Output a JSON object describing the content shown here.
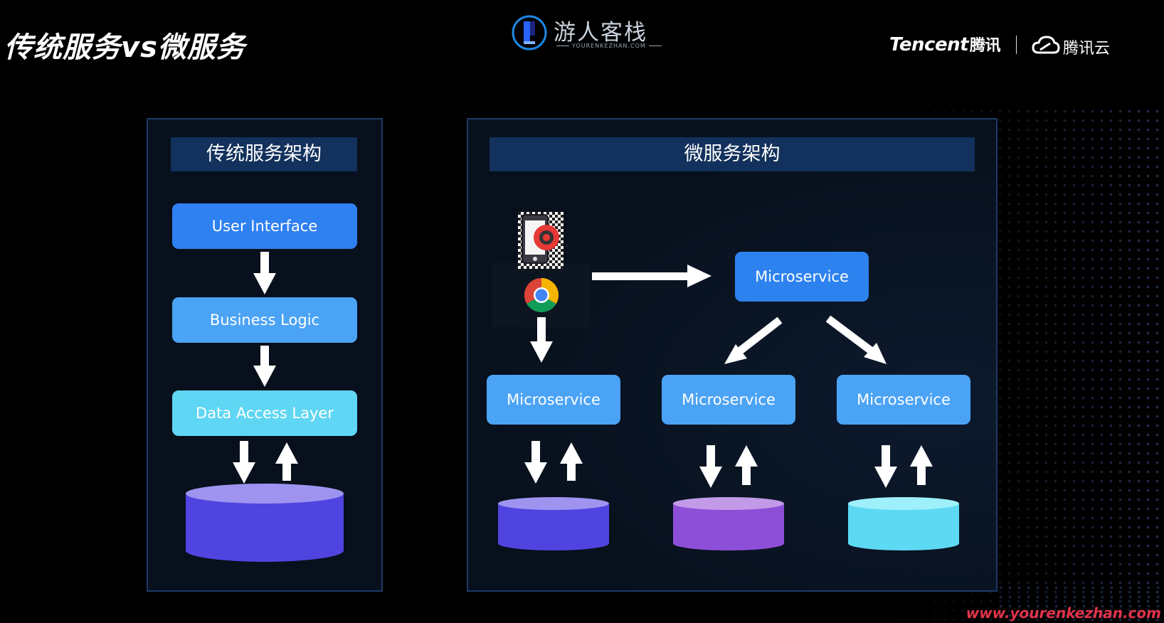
{
  "page": {
    "title": "传统服务vs微服务"
  },
  "logo": {
    "name": "游人客栈",
    "subtitle": "YOURENKEZHAN.COM"
  },
  "brand": {
    "tencent_en": "Tencent",
    "tencent_cn": "腾讯",
    "cloud": "腾讯云"
  },
  "traditional": {
    "header": "传统服务架构",
    "layers": [
      "User Interface",
      "Business Logic",
      "Data Access Layer"
    ]
  },
  "microservices": {
    "header": "微服务架构",
    "gateway": "Microservice",
    "services": [
      "Microservice",
      "Microservice",
      "Microservice"
    ]
  },
  "colors": {
    "ui_blue": "#2f80f0",
    "logic_blue": "#4ba3f5",
    "data_cyan": "#5fd6f3",
    "db_blue": "#4f44e0",
    "db_purple": "#8e4fd8",
    "db_cyan": "#5ed9f4",
    "panel_header": "#12315c"
  },
  "watermark": "www.yourenkezhan.com"
}
